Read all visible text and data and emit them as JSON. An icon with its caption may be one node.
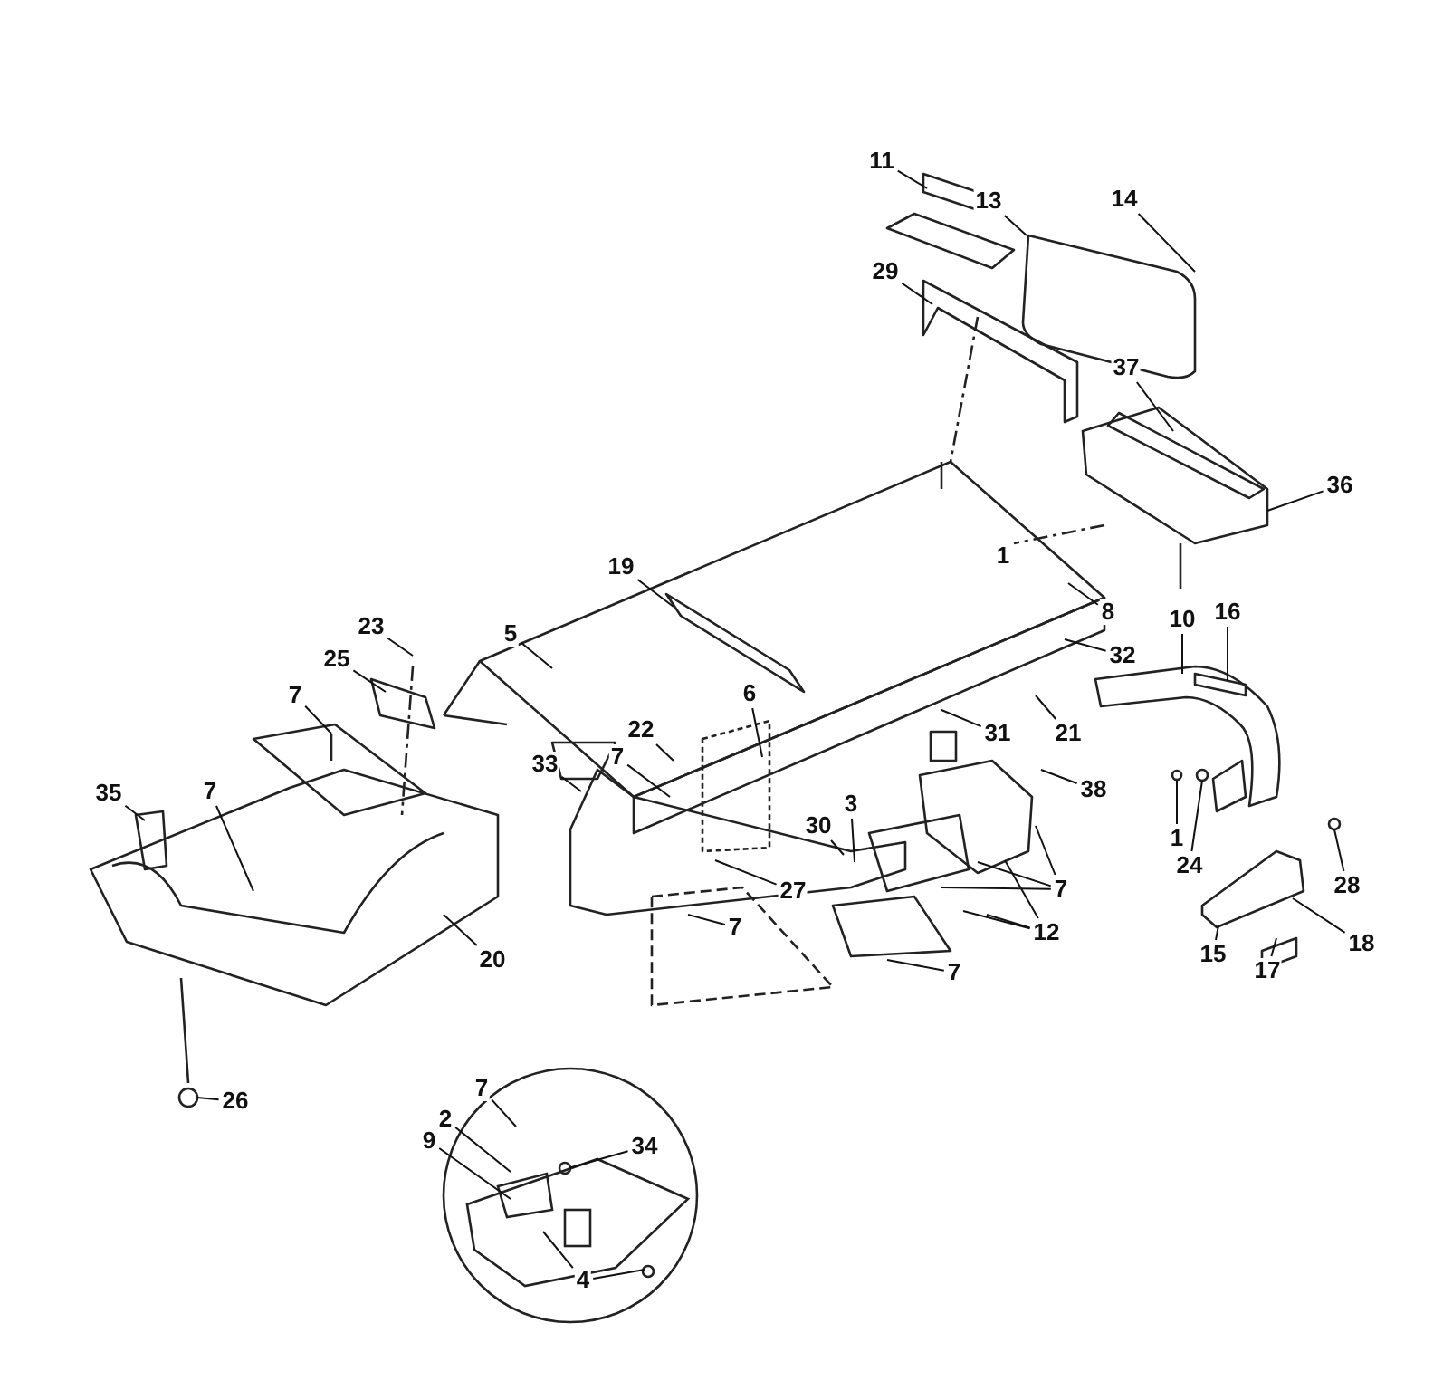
{
  "diagram": {
    "nodes": [
      {
        "text": [
          "11"
        ]
      },
      {
        "text": [
          "13"
        ]
      },
      {
        "text": [
          "14"
        ]
      },
      {
        "text": [
          "29"
        ]
      },
      {
        "text": [
          "37"
        ]
      },
      {
        "text": [
          "36"
        ]
      },
      {
        "text": [
          "19"
        ]
      },
      {
        "text": [
          "8"
        ]
      },
      {
        "text": [
          "5"
        ]
      },
      {
        "text": [
          "32"
        ]
      },
      {
        "text": [
          "10"
        ]
      },
      {
        "text": [
          "16"
        ]
      },
      {
        "text": [
          "23"
        ]
      },
      {
        "text": [
          "25"
        ]
      },
      {
        "text": [
          "21"
        ]
      },
      {
        "text": [
          "7"
        ]
      },
      {
        "text": [
          "6"
        ]
      },
      {
        "text": [
          "22"
        ]
      },
      {
        "text": [
          "31"
        ]
      },
      {
        "text": [
          "38"
        ]
      },
      {
        "text": [
          "35"
        ]
      },
      {
        "text": [
          "7"
        ]
      },
      {
        "text": [
          "33"
        ]
      },
      {
        "text": [
          "7"
        ]
      },
      {
        "text": [
          "3"
        ]
      },
      {
        "text": [
          "30"
        ]
      },
      {
        "text": [
          "27"
        ]
      },
      {
        "text": [
          "7"
        ]
      },
      {
        "text": [
          "12"
        ]
      },
      {
        "text": [
          "1"
        ]
      },
      {
        "text": [
          "24"
        ]
      },
      {
        "text": [
          "28"
        ]
      },
      {
        "text": [
          "18"
        ]
      },
      {
        "text": [
          "7"
        ]
      },
      {
        "text": [
          "7"
        ]
      },
      {
        "text": [
          "20"
        ]
      },
      {
        "text": [
          "15"
        ]
      },
      {
        "text": [
          "17"
        ]
      },
      {
        "text": [
          "26"
        ]
      },
      {
        "text": [
          "7"
        ]
      },
      {
        "text": [
          "2"
        ]
      },
      {
        "text": [
          "34"
        ]
      },
      {
        "text": [
          "9"
        ]
      },
      {
        "text": [
          "4"
        ]
      }
    ],
    "edges": [
      {
        "from": 0,
        "to": null,
        "arrow": "none"
      },
      {
        "from": 1,
        "to": null,
        "arrow": "none"
      },
      {
        "from": 2,
        "to": null,
        "arrow": "none"
      },
      {
        "from": 3,
        "to": null,
        "arrow": "none"
      },
      {
        "from": 4,
        "to": null,
        "arrow": "none"
      },
      {
        "from": 5,
        "to": null,
        "arrow": "none"
      },
      {
        "from": 6,
        "to": null,
        "arrow": "none"
      },
      {
        "from": 7,
        "to": null,
        "arrow": "none"
      },
      {
        "from": 8,
        "to": null,
        "arrow": "none"
      },
      {
        "from": 9,
        "to": null,
        "arrow": "none"
      },
      {
        "from": 10,
        "to": null,
        "arrow": "none"
      },
      {
        "from": 11,
        "to": null,
        "arrow": "none"
      },
      {
        "from": 12,
        "to": null,
        "arrow": "none"
      },
      {
        "from": 13,
        "to": null,
        "arrow": "none"
      },
      {
        "from": 14,
        "to": null,
        "arrow": "none"
      },
      {
        "from": 15,
        "to": null,
        "arrow": "none"
      },
      {
        "from": 16,
        "to": null,
        "arrow": "none"
      },
      {
        "from": 17,
        "to": null,
        "arrow": "none"
      },
      {
        "from": 18,
        "to": null,
        "arrow": "none"
      },
      {
        "from": 19,
        "to": null,
        "arrow": "none"
      },
      {
        "from": 20,
        "to": null,
        "arrow": "none"
      },
      {
        "from": 21,
        "to": null,
        "arrow": "none"
      },
      {
        "from": 22,
        "to": null,
        "arrow": "none"
      },
      {
        "from": 23,
        "to": null,
        "arrow": "none"
      },
      {
        "from": 24,
        "to": null,
        "arrow": "none"
      },
      {
        "from": 25,
        "to": null,
        "arrow": "none"
      },
      {
        "from": 26,
        "to": null,
        "arrow": "none"
      },
      {
        "from": 27,
        "to": null,
        "arrow": "none"
      },
      {
        "from": 27,
        "to": null,
        "arrow": "none"
      },
      {
        "from": 27,
        "to": null,
        "arrow": "none"
      },
      {
        "from": 28,
        "to": null,
        "arrow": "none"
      },
      {
        "from": 28,
        "to": null,
        "arrow": "none"
      },
      {
        "from": 28,
        "to": null,
        "arrow": "none"
      },
      {
        "from": 29,
        "to": null,
        "arrow": "none"
      },
      {
        "from": 30,
        "to": null,
        "arrow": "none"
      },
      {
        "from": 31,
        "to": null,
        "arrow": "none"
      },
      {
        "from": 32,
        "to": null,
        "arrow": "none"
      },
      {
        "from": 33,
        "to": null,
        "arrow": "none"
      },
      {
        "from": 34,
        "to": null,
        "arrow": "none"
      },
      {
        "from": 35,
        "to": null,
        "arrow": "none"
      },
      {
        "from": 36,
        "to": null,
        "arrow": "none"
      },
      {
        "from": 37,
        "to": null,
        "arrow": "none"
      },
      {
        "from": 38,
        "to": null,
        "arrow": "none"
      },
      {
        "from": 39,
        "to": null,
        "arrow": "none"
      },
      {
        "from": 40,
        "to": null,
        "arrow": "none"
      },
      {
        "from": 41,
        "to": null,
        "arrow": "none"
      },
      {
        "from": 42,
        "to": null,
        "arrow": "none"
      },
      {
        "from": 43,
        "to": null,
        "arrow": "none"
      },
      {
        "from": 43,
        "to": null,
        "arrow": "none"
      }
    ],
    "labels": [
      "1"
    ]
  }
}
